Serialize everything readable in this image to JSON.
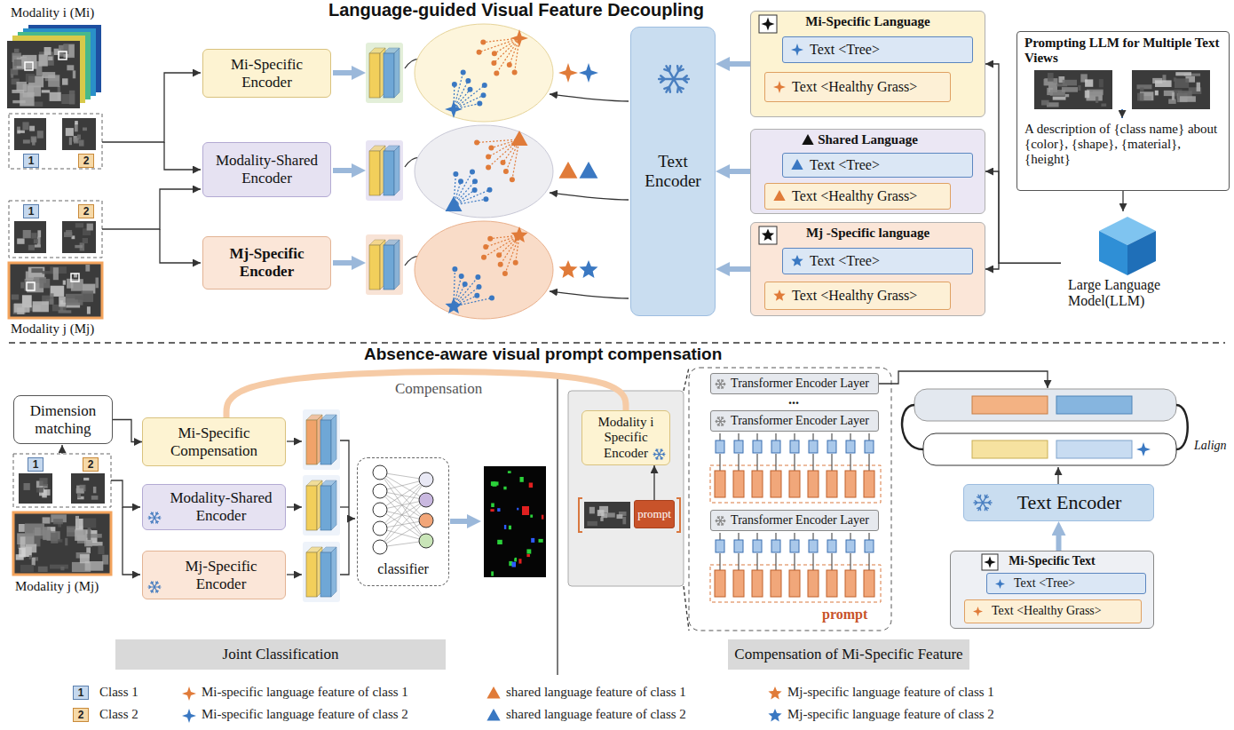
{
  "diagram": {
    "title": "Language-guided Visual Feature Decoupling",
    "nodes": [
      {
        "text": [
          "Mi-Specific Encoder"
        ]
      },
      {
        "text": [
          "Modality-Shared Encoder"
        ]
      },
      {
        "text": [
          "Mj-Specific Encoder"
        ]
      },
      {
        "text": [
          "Text Encoder"
        ]
      },
      {
        "text": [
          "Mi-Specific Language"
        ]
      },
      {
        "text": [
          "Text <Tree>"
        ],
        "in": 4
      },
      {
        "text": [
          "Text <Healthy Grass>"
        ],
        "in": 4
      },
      {
        "text": [
          "Shared Language"
        ]
      },
      {
        "text": [
          "Text <Tree>"
        ],
        "in": 7
      },
      {
        "text": [
          "Text <Healthy Grass>"
        ],
        "in": 7
      },
      {
        "text": [
          "Mj -Specific language"
        ]
      },
      {
        "text": [
          "Text <Tree>"
        ],
        "in": 10
      },
      {
        "text": [
          "Text <Healthy Grass>"
        ],
        "in": 10
      },
      {
        "text": [
          "Prompting LLM for Multiple Text Views",
          "A description of {class name} about {color}, {shape}, {material}, {height}"
        ]
      },
      {
        "text": [
          "Large Language Model(LLM)"
        ]
      },
      {
        "text": [
          "Dimension matching"
        ]
      },
      {
        "text": [
          "Mi-Specific Compensation"
        ]
      },
      {
        "text": [
          "Modality-Shared Encoder"
        ]
      },
      {
        "text": [
          "Mj-Specific Encoder"
        ]
      },
      {
        "text": [
          "classifier"
        ]
      },
      {
        "text": [
          "Modality i Specific Encoder"
        ]
      },
      {
        "text": [
          "prompt"
        ]
      },
      {
        "text": [
          "Transformer Encoder Layer"
        ]
      },
      {
        "text": [
          "Transformer Encoder Layer"
        ]
      },
      {
        "text": [
          "Transformer Encoder Layer"
        ]
      },
      {
        "text": [
          "Text Encoder"
        ]
      },
      {
        "text": [
          "Mi-Specific Text"
        ]
      },
      {
        "text": [
          "Text <Tree>"
        ],
        "in": 26
      },
      {
        "text": [
          "Text <Healthy Grass>"
        ],
        "in": 26
      },
      {
        "text": [
          "Joint Classification"
        ]
      },
      {
        "text": [
          "Compensation of Mi-Specific Feature"
        ]
      }
    ],
    "edges": [
      {
        "from": 4,
        "to": 3,
        "arrow": "to"
      },
      {
        "from": 7,
        "to": 3,
        "arrow": "to"
      },
      {
        "from": 10,
        "to": 3,
        "arrow": "to"
      },
      {
        "from": 13,
        "to": 14,
        "arrow": "to"
      },
      {
        "from": 14,
        "to": 4,
        "arrow": "to"
      },
      {
        "from": 14,
        "to": 7,
        "arrow": "to"
      },
      {
        "from": 14,
        "to": 10,
        "arrow": "to"
      },
      {
        "from": 15,
        "to": 16,
        "arrow": "to"
      },
      {
        "from": 20,
        "to": 16,
        "arrow": "none",
        "label": "Compensation"
      },
      {
        "from": 21,
        "to": 20,
        "arrow": "to"
      },
      {
        "from": 26,
        "to": 25,
        "arrow": "to"
      }
    ],
    "labels": [
      "Modality i (Mi)",
      "1",
      "2",
      "1",
      "2",
      "Modality j (Mj)",
      "Absence-aware visual prompt compensation",
      "1",
      "2",
      "Modality j (Mj)",
      "...",
      "prompt",
      "Lalign",
      "1",
      "2"
    ],
    "legend": [
      {
        "text": "Class 1",
        "color": "#c5d8ee"
      },
      {
        "text": "Class 2",
        "color": "#f6d9a8"
      },
      {
        "text": "Mi-specific language feature of class 1"
      },
      {
        "text": "Mi-specific language feature of class 2"
      },
      {
        "text": "shared language feature of class 1"
      },
      {
        "text": "shared language feature of class 2"
      },
      {
        "text": "Mj-specific language feature of class 1"
      },
      {
        "text": "Mj-specific language feature of class 2"
      }
    ]
  }
}
